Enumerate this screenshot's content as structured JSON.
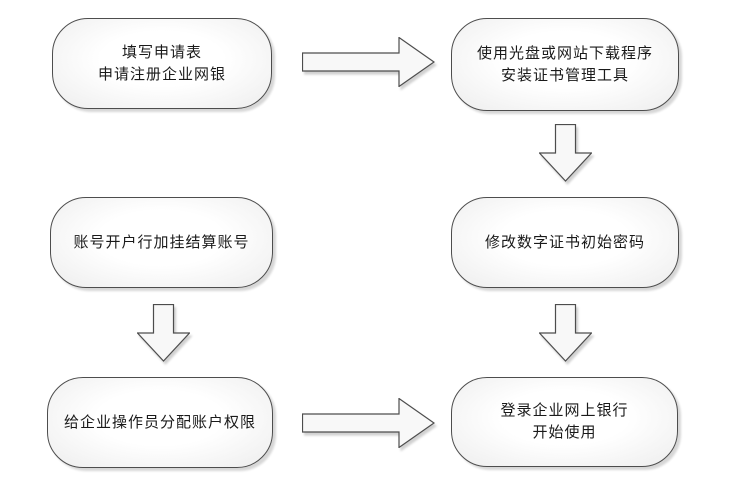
{
  "colors": {
    "background": "#ffffff",
    "node_border": "#4d4d4d",
    "node_fill_center": "#ffffff",
    "node_fill_edge": "#ededed",
    "arrow_fill": "#f8f8f8",
    "arrow_border": "#4d4d4d",
    "text": "#1a1a1a"
  },
  "nodes": [
    {
      "id": "n1",
      "lines": [
        "填写申请表",
        "申请注册企业网银"
      ]
    },
    {
      "id": "n2",
      "lines": [
        "使用光盘或网站下载程序",
        "安装证书管理工具"
      ]
    },
    {
      "id": "n3",
      "lines": [
        "账号开户行加挂结算账号"
      ]
    },
    {
      "id": "n4",
      "lines": [
        "修改数字证书初始密码"
      ]
    },
    {
      "id": "n5",
      "lines": [
        "给企业操作员分配账户权限"
      ]
    },
    {
      "id": "n6",
      "lines": [
        "登录企业网上银行",
        "开始使用"
      ]
    }
  ],
  "connectors": [
    {
      "from": "n1",
      "to": "n2",
      "direction": "right"
    },
    {
      "from": "n2",
      "to": "n4",
      "direction": "down"
    },
    {
      "from": "n3",
      "to": "n5",
      "direction": "down"
    },
    {
      "from": "n4",
      "to": "n6",
      "direction": "down"
    },
    {
      "from": "n5",
      "to": "n6",
      "direction": "right"
    }
  ]
}
